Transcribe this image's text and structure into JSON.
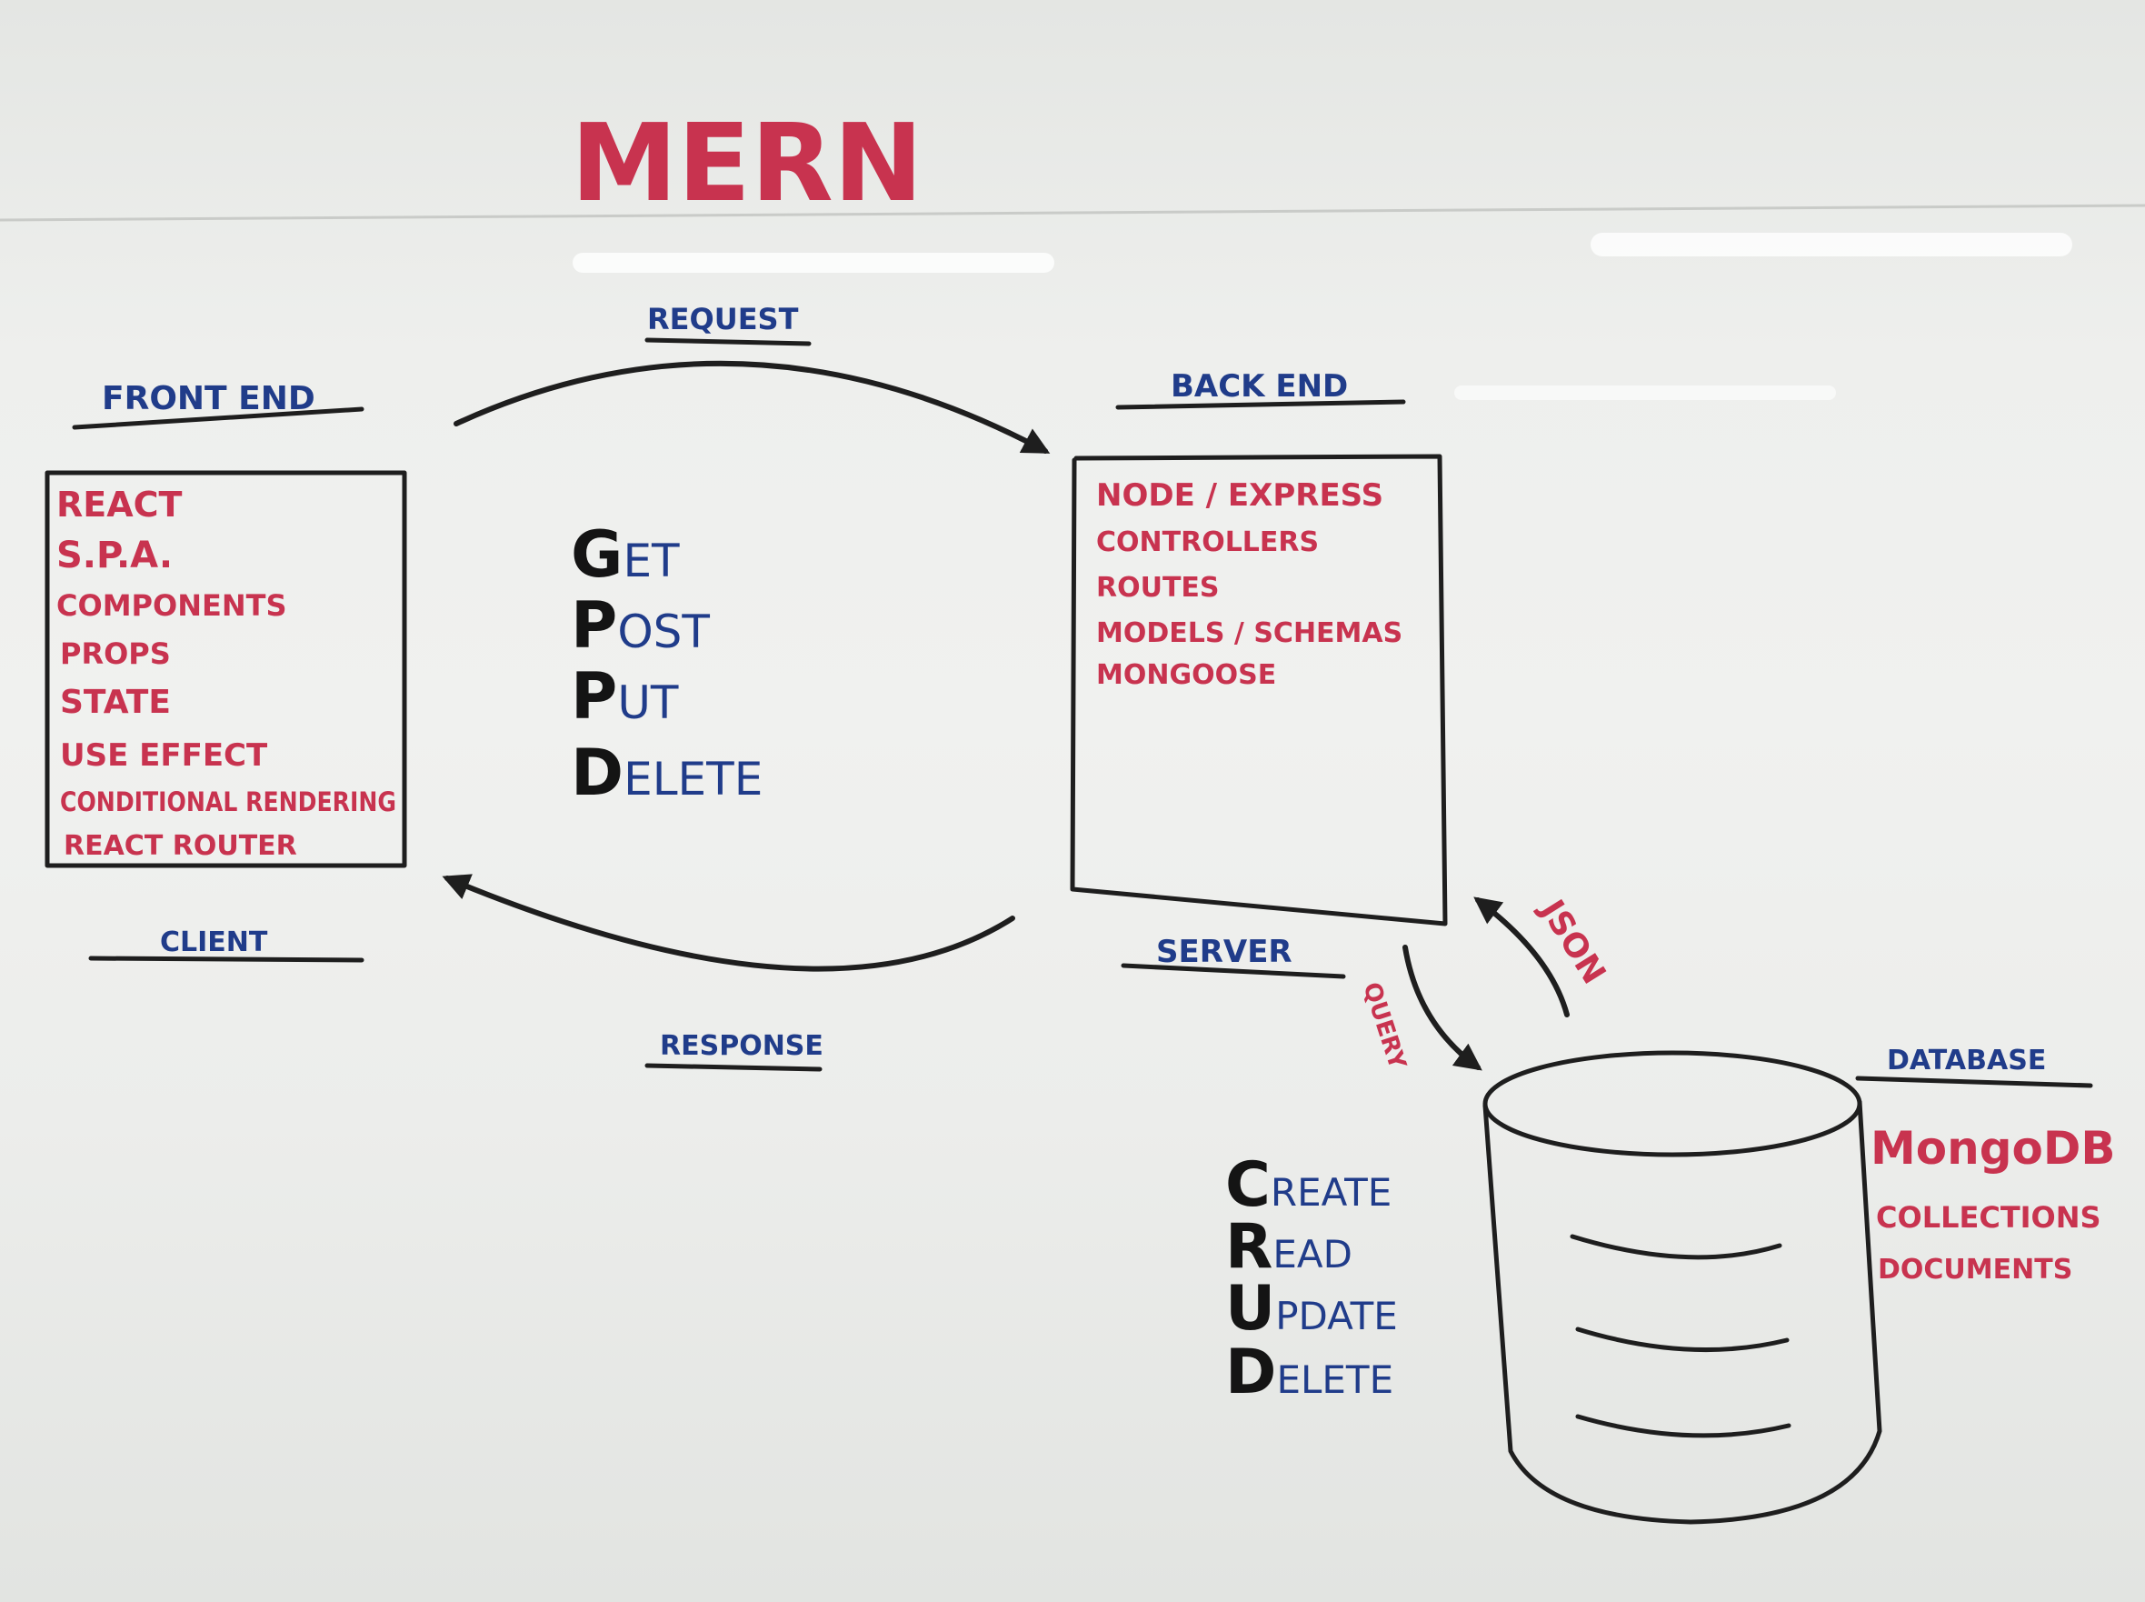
{
  "title": "MERN",
  "arrows": {
    "request": "REQUEST",
    "response": "RESPONSE",
    "json": "JSON",
    "query": "QUERY"
  },
  "front_end": {
    "header": "FRONT END",
    "footer": "CLIENT",
    "items": [
      "REACT",
      "S.P.A.",
      "COMPONENTS",
      "PROPS",
      "STATE",
      "USE EFFECT",
      "CONDITIONAL RENDERING",
      "REACT ROUTER"
    ]
  },
  "back_end": {
    "header": "BACK END",
    "footer": "SERVER",
    "items": [
      "NODE / EXPRESS",
      "CONTROLLERS",
      "ROUTES",
      "MODELS / SCHEMAS",
      "MONGOOSE"
    ]
  },
  "http_methods": [
    {
      "initial": "G",
      "rest": "ET"
    },
    {
      "initial": "P",
      "rest": "OST"
    },
    {
      "initial": "P",
      "rest": "UT"
    },
    {
      "initial": "D",
      "rest": "ELETE"
    }
  ],
  "crud": [
    {
      "initial": "C",
      "rest": "REATE"
    },
    {
      "initial": "R",
      "rest": "EAD"
    },
    {
      "initial": "U",
      "rest": "PDATE"
    },
    {
      "initial": "D",
      "rest": "ELETE"
    }
  ],
  "database": {
    "header": "DATABASE",
    "items": [
      "MongoDB",
      "COLLECTIONS",
      "DOCUMENTS"
    ]
  },
  "colors": {
    "red_marker": "#c8334f",
    "blue_marker": "#203c8a",
    "black_marker": "#141414",
    "board": "#eeefed"
  }
}
